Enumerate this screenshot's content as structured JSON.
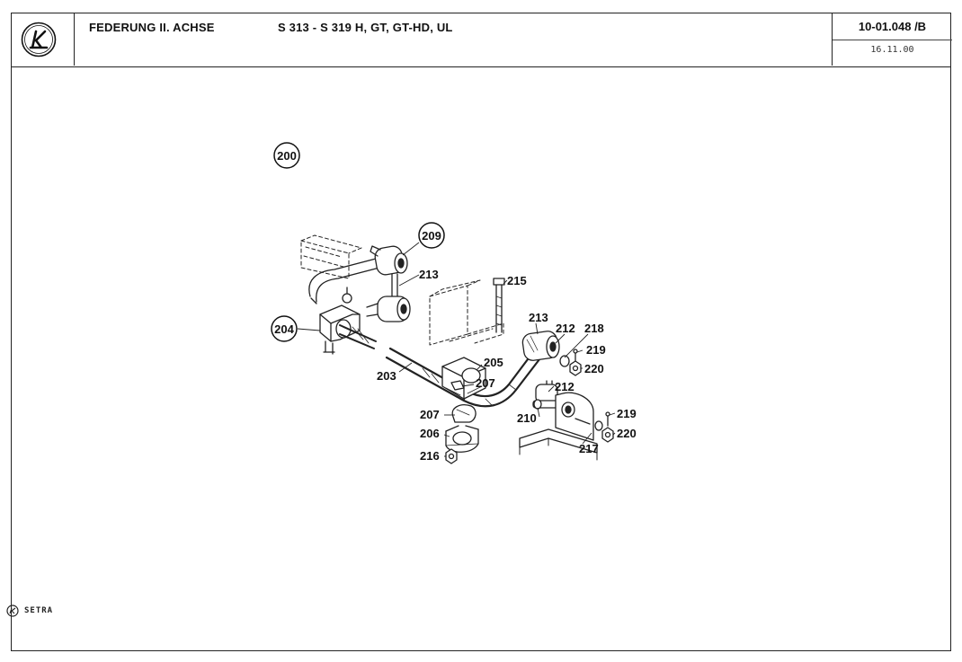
{
  "header": {
    "title": "FEDERUNG II. ACHSE",
    "models": "S 313 - S 319 H, GT, GT-HD, UL",
    "doc_number": "10-01.048 /B",
    "date": "16.11.00",
    "logo_letter": "K"
  },
  "footer": {
    "brand": "SETRA"
  },
  "parts": {
    "p200": "200",
    "p209": "209",
    "p213a": "213",
    "p215": "215",
    "p204": "204",
    "p213b": "213",
    "p212a": "212",
    "p218": "218",
    "p219a": "219",
    "p205": "205",
    "p220a": "220",
    "p203": "203",
    "p207a": "207",
    "p212b": "212",
    "p207b": "207",
    "p210": "210",
    "p219b": "219",
    "p206": "206",
    "p220b": "220",
    "p217": "217",
    "p216": "216"
  }
}
